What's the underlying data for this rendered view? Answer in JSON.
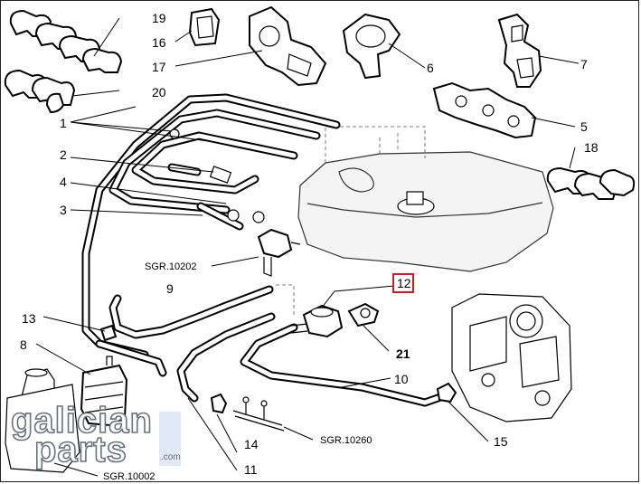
{
  "diagram": {
    "callouts": {
      "c1": "1",
      "c2": "2",
      "c3": "3",
      "c4": "4",
      "c5": "5",
      "c6": "6",
      "c7": "7",
      "c8": "8",
      "c9": "9",
      "c10": "10",
      "c11": "11",
      "c12": "12",
      "c13": "13",
      "c14": "14",
      "c15": "15",
      "c16": "16",
      "c17": "17",
      "c18": "18",
      "c19": "19",
      "c20": "20",
      "c21": "21"
    },
    "references": {
      "r1": "SGR.10202",
      "r2": "SGR.10260",
      "r3": "SGR.10002"
    },
    "highlight_color": "#cc1f1f"
  },
  "watermark": {
    "line1": "galician",
    "line2": "parts",
    "suffix": ".com"
  }
}
